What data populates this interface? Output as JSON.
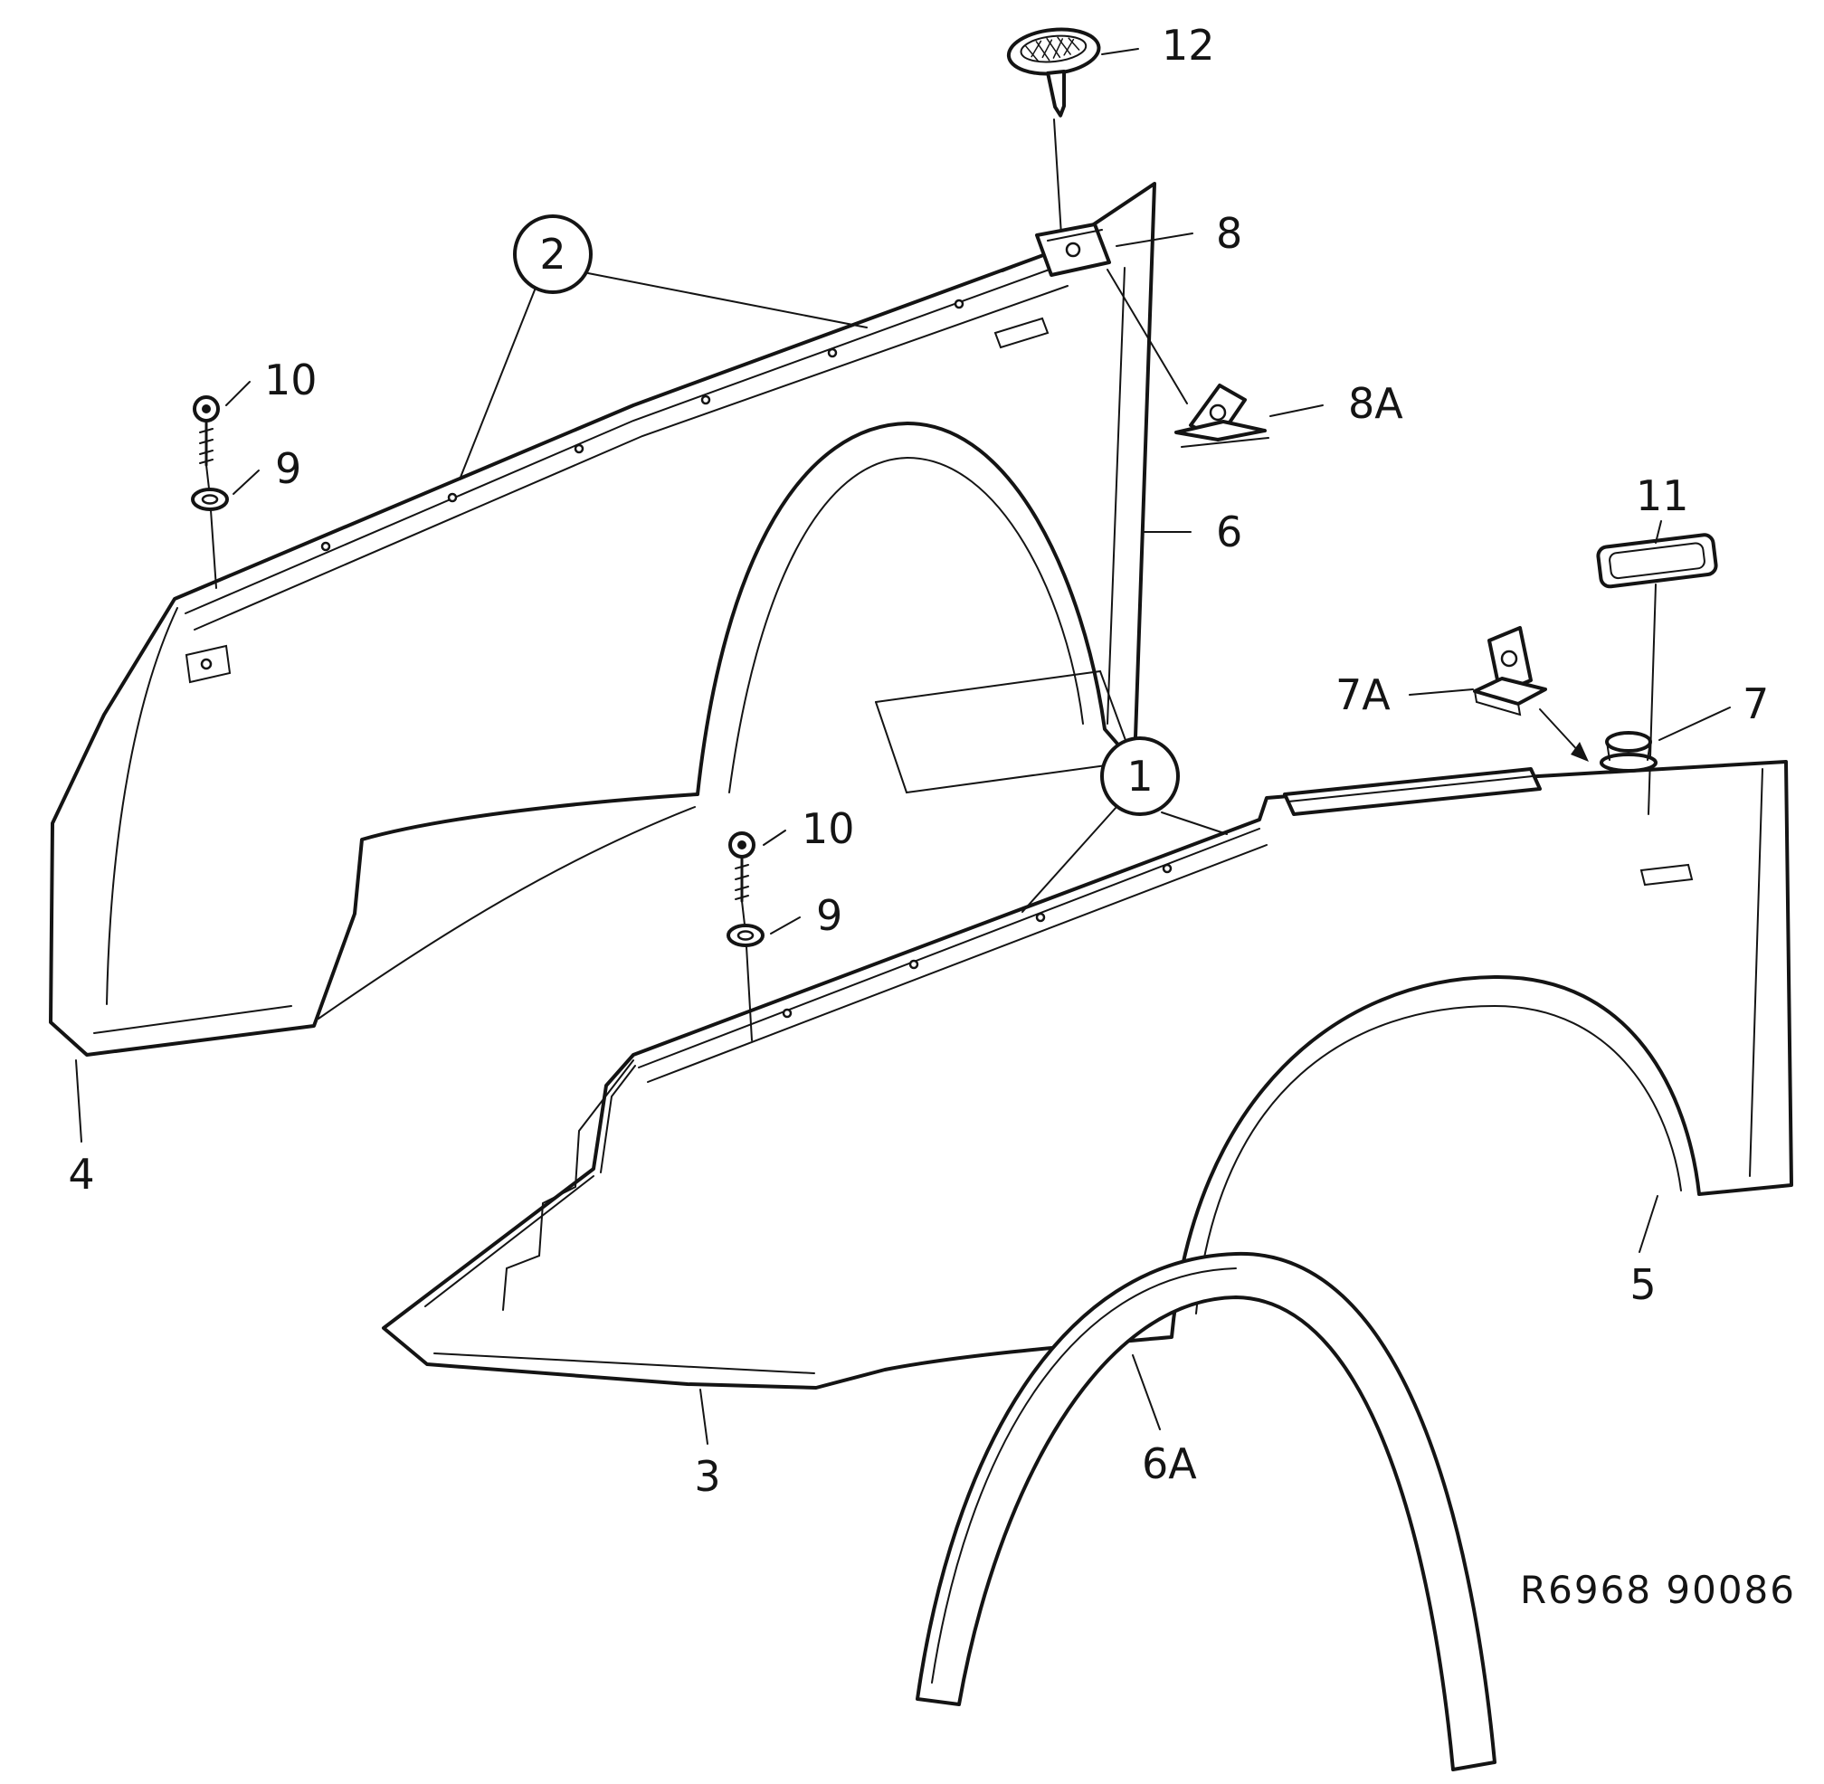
{
  "figure": {
    "reference_code": "R6968 90086"
  },
  "callouts": {
    "circle_1": "1",
    "circle_2": "2",
    "label_3": "3",
    "label_4": "4",
    "label_5": "5",
    "label_6": "6",
    "label_6a": "6A",
    "label_7": "7",
    "label_7a": "7A",
    "label_8": "8",
    "label_8a": "8A",
    "label_9_upper": "9",
    "label_10_upper": "10",
    "label_9_lower": "9",
    "label_10_lower": "10",
    "label_11": "11",
    "label_12": "12"
  },
  "colors": {
    "ink": "#141414",
    "paper": "#ffffff"
  }
}
